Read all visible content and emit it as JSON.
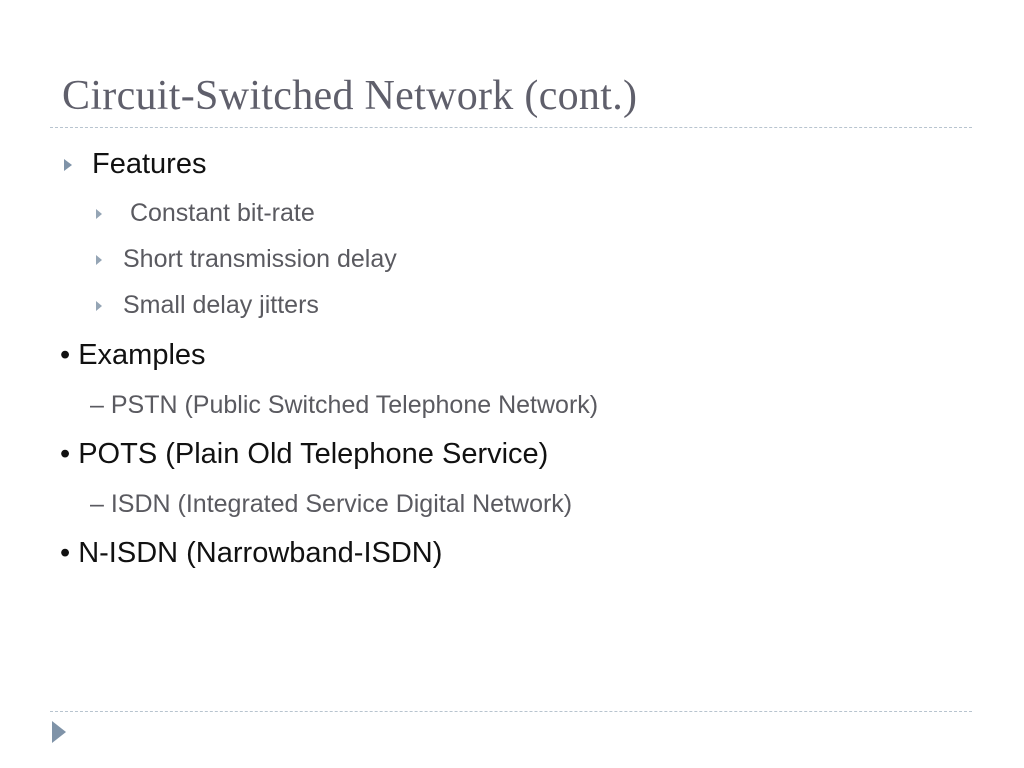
{
  "slide": {
    "title": "Circuit-Switched Network (cont.)",
    "features": {
      "heading": "Features",
      "items": [
        " Constant bit-rate",
        "Short transmission delay",
        "Small delay jitters"
      ]
    },
    "examples_heading": "• Examples",
    "pstn_line": "– PSTN (Public Switched Telephone Network)",
    "pots_line": "• POTS (Plain Old Telephone Service)",
    "isdn_line": "– ISDN (Integrated Service Digital Network)",
    "nisdn_line": "• N-ISDN (Narrowband-ISDN)"
  },
  "colors": {
    "title": "#5f5f6b",
    "bullet_arrow": "#7f93a8",
    "body_text": "#111111",
    "sub_text": "#5a5a60",
    "rule": "#b8c4cf"
  },
  "icons": {
    "bullet": "triangle-right-icon",
    "nav": "next-slide-arrow-icon"
  }
}
